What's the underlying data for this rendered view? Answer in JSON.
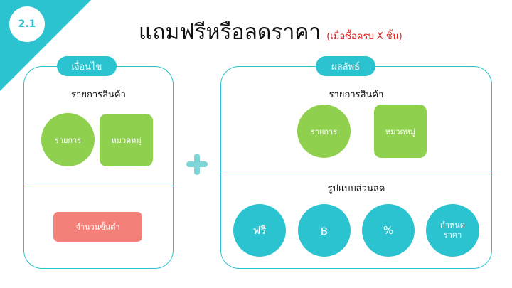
{
  "badge": {
    "number": "2.1"
  },
  "title": {
    "main": "แถมฟรีหรือลดราคา",
    "sub": "(เมื่อซื้อครบ X ชิ้น)"
  },
  "condition": {
    "header": "เงื่อนไข",
    "section_label": "รายการสินค้า",
    "item_circle": "รายการ",
    "item_square": "หมวดหมู่",
    "min_button": "จำนวนขั้นต่ำ"
  },
  "result": {
    "header": "ผลลัพธ์",
    "section_label": "รายการสินค้า",
    "item_circle": "รายการ",
    "item_square": "หมวดหมู่",
    "discount_label": "รูปแบบส่วนลด",
    "discount_types": [
      "ฟรี",
      "฿",
      "%",
      "กำหนดราคา"
    ]
  },
  "colors": {
    "accent": "#2bc3cf",
    "green": "#8fd14f",
    "salmon": "#f4807a",
    "plus": "#7fd6d6",
    "title_sub": "#e02424"
  }
}
